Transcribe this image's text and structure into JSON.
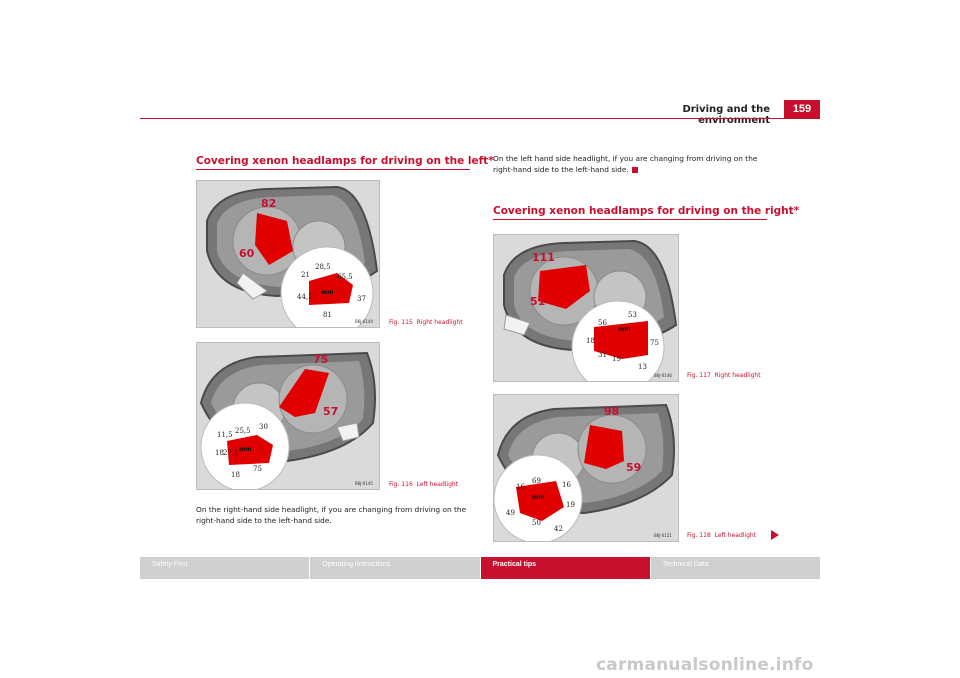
{
  "header": {
    "section_title": "Driving and the environment",
    "page_number": "159"
  },
  "left": {
    "title": "Covering xenon headlamps for driving on the left*",
    "fig115": {
      "caption_num": "Fig. 115",
      "caption": "Right headlight",
      "code": "B6J-0144",
      "red_labels": [
        "82",
        "60"
      ],
      "dims": [
        "28,5",
        "65,5",
        "21",
        "44,5",
        "37",
        "81"
      ],
      "unit": "mm"
    },
    "fig116": {
      "caption_num": "Fig. 116",
      "caption": "Left headlight",
      "code": "B6J-0145",
      "red_labels": [
        "75",
        "57"
      ],
      "dims": [
        "11,5",
        "25,5",
        "30",
        "18",
        "27,5",
        "75",
        "18"
      ],
      "unit": "mm"
    },
    "body": "On the right-hand side headlight, if you are changing from driving on the right-hand side to the left-hand side."
  },
  "right": {
    "intro": "On the left hand side headlight, if you are changing from driving on the right-hand side to the left-hand side.",
    "title": "Covering xenon headlamps for driving on the right*",
    "fig117": {
      "caption_num": "Fig. 117",
      "caption": "Right headlight",
      "code": "B6J-0146",
      "red_labels": [
        "111",
        "51"
      ],
      "dims": [
        "56",
        "53",
        "18",
        "75",
        "31",
        "19",
        "13"
      ],
      "unit": "mm"
    },
    "fig118": {
      "caption_num": "Fig. 118",
      "caption": "Left headlight",
      "code": "B6J-0151",
      "red_labels": [
        "98",
        "59"
      ],
      "dims": [
        "69",
        "16",
        "16",
        "19",
        "49",
        "50",
        "42"
      ],
      "unit": "mm"
    }
  },
  "footer": {
    "tabs": [
      "Safety First",
      "Operating instructions",
      "Practical tips",
      "Technical Data"
    ],
    "active_tab": "Practical tips"
  },
  "watermark": "carmanualsonline.info",
  "colors": {
    "accent": "#c8102e",
    "tab_inactive": "#cfcfcf"
  }
}
